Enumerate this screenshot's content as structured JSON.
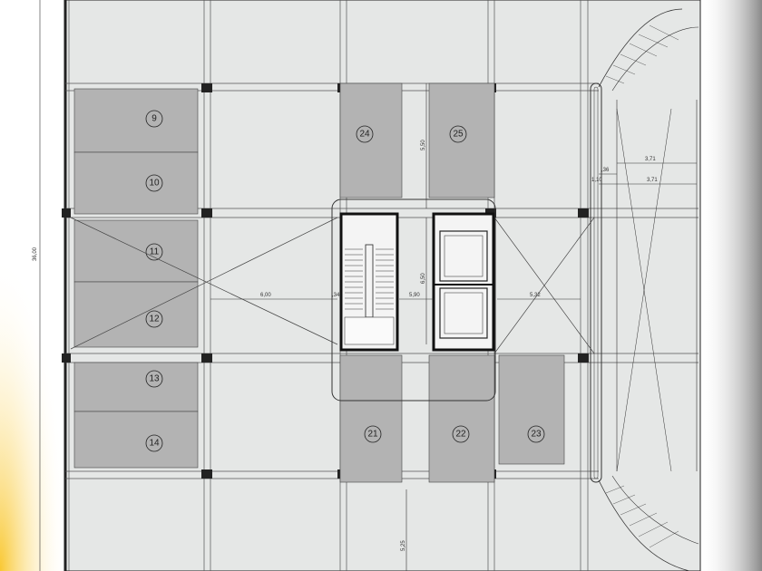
{
  "plan": {
    "colors": {
      "background_glow": "#f9c832",
      "floor_fill": "#e5e7e6",
      "parking_fill": "#b3b3b3",
      "line": "#222222",
      "right_gradient_end": "#8a8a8a"
    },
    "parking_slots": [
      {
        "number": "9"
      },
      {
        "number": "10"
      },
      {
        "number": "11"
      },
      {
        "number": "12"
      },
      {
        "number": "13"
      },
      {
        "number": "14"
      },
      {
        "number": "24"
      },
      {
        "number": "25"
      },
      {
        "number": "21"
      },
      {
        "number": "22"
      },
      {
        "number": "23"
      }
    ],
    "dimensions": {
      "overall_height": "36,00",
      "left_span": "6,00",
      "core_gap": ",34",
      "core_width": "5,90",
      "right_span": "5,32",
      "upper_bay": "5,50",
      "core_depth": "6,50",
      "bottom_bay": "5,25",
      "ramp_width_a": "3,71",
      "ramp_gap": ",36",
      "ramp_offset": "1,10",
      "ramp_width_b": "3,71"
    }
  }
}
